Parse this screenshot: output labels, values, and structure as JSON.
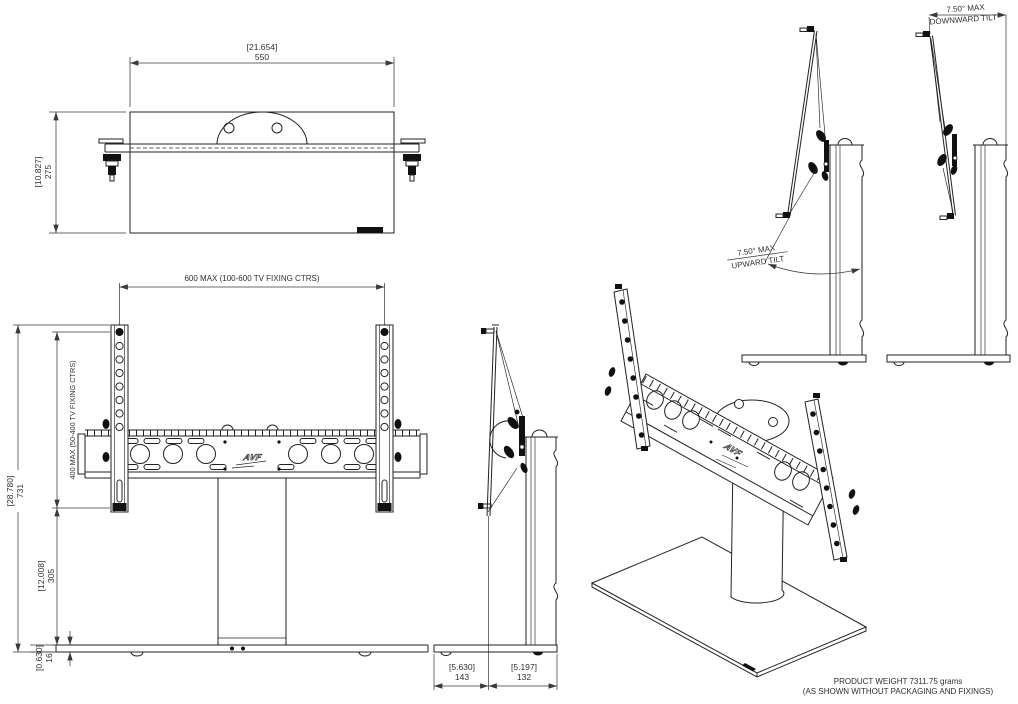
{
  "colors": {
    "line": "#222222",
    "dim": "#3a3a3a",
    "fill": "#111111",
    "background": "#ffffff"
  },
  "brand_logo": "AVF",
  "top_view": {
    "width": {
      "inches": "[21.654]",
      "mm": "550"
    },
    "depth": {
      "inches": "[10.827]",
      "mm": "275"
    }
  },
  "front_view": {
    "tv_fixing_width": "600 MAX (100-600 TV FIXING CTRS)",
    "tv_fixing_height": "400 MAX (50-400 TV FIXING CTRS)",
    "overall_height": {
      "inches": "[28.780]",
      "mm": "731"
    },
    "column_height": {
      "inches": "[12.008]",
      "mm": "305"
    },
    "base_thickness": {
      "inches": "[0.630]",
      "mm": "16"
    }
  },
  "side_view": {
    "base_front_depth": {
      "inches": "[5.630]",
      "mm": "143"
    },
    "base_rear_depth": {
      "inches": "[5.197]",
      "mm": "132"
    }
  },
  "tilt": {
    "upward": {
      "angle": "7.50° MAX",
      "label": "UPWARD TILT"
    },
    "downward": {
      "angle": "7.50° MAX",
      "label": "DOWNWARD TILT"
    }
  },
  "footer": {
    "weight": "PRODUCT WEIGHT 7311.75 grams",
    "note": "(AS SHOWN WITHOUT PACKAGING AND FIXINGS)"
  }
}
